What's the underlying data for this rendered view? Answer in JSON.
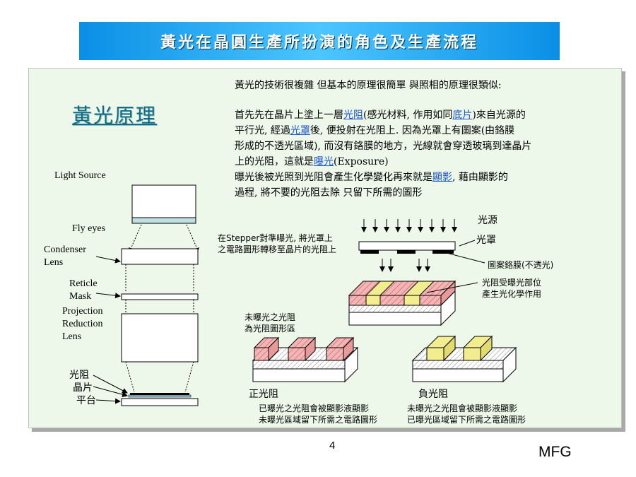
{
  "title": "黃光在晶圓生產所扮演的角色及生產流程",
  "heading": "黃光原理",
  "intro": "黃光的技術很複雜   但基本的原理很簡單 與照相的原理很類似:",
  "para1": {
    "l1a": "首先先在晶片上塗上一層",
    "link_photoresist": "光阻",
    "l1b": "(感光材料,  作用如同",
    "link_film": "底片",
    "l1c": ")來自光源的",
    "l2": "平行光,  經過",
    "link_mask": "光罩",
    "l2b": "後,  便投射在光阻上.  因為光罩上有圖案(由鉻膜",
    "l3": "形成的不透光區域), 而沒有鉻膜的地方，光線就會穿透玻璃到達晶片",
    "l4a": "上的光阻，這就是",
    "link_exposure": "曝光",
    "l4b": "(Exposure)"
  },
  "para2": {
    "l1a": "   曝光後被光照到光阻會產生化學變化再來就是",
    "link_develop": "顯影",
    "l1b": ", 藉由顯影的",
    "l2": "過程, 將不要的光阻去除 只留下所需的圖形"
  },
  "optics": {
    "light_source": "Light Source",
    "fly_eyes": "Fly eyes",
    "condenser1": "Condenser",
    "condenser2": "Lens",
    "reticle1": "Reticle",
    "reticle2": "Mask",
    "projection1": "Projection",
    "projection2": "Reduction",
    "projection3": "Lens",
    "photoresist": "光阻",
    "wafer": "晶片",
    "stage": "平台"
  },
  "process": {
    "stepper1": "在Stepper對準曝光, 將光罩上",
    "stepper2": "之電路圖形轉移至晶片的光阻上",
    "light_source": "光源",
    "mask": "光罩",
    "chrome": "圖案鉻膜(不透光)",
    "exposed1": "光阻受曝光部位",
    "exposed2": "產生光化學作用",
    "unexposed1": "未曝光之光阻",
    "unexposed2": "為光阻圖形區",
    "positive": "正光阻",
    "negative": "負光阻",
    "pos_desc1": "已曝光之光阻會被顯影液顯影",
    "pos_desc2": "未曝光區域留下所需之電路圖形",
    "neg_desc1": "未曝光之光阻會被顯影液顯影",
    "neg_desc2": "已曝光區域留下所需之電路圖形"
  },
  "page_number": "4",
  "footer": "MFG",
  "colors": {
    "title_bar": "#2aaaf5",
    "panel": "#eef8ea",
    "heading": "#0b6d86",
    "resist_red": "#f0a0a0",
    "resist_yellow": "#f2ee90",
    "link": "#1a56c8"
  }
}
